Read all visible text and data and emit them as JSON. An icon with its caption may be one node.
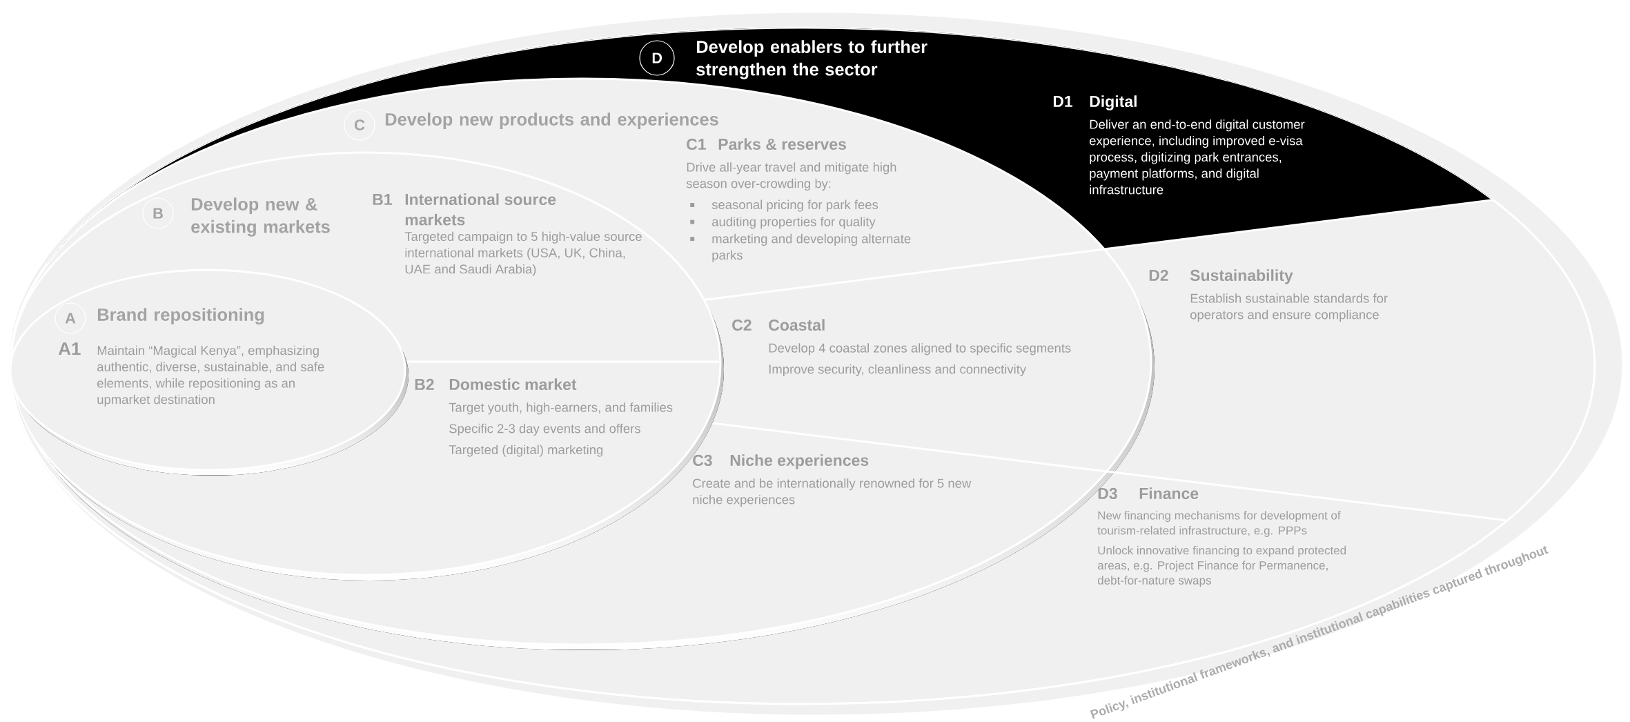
{
  "diagram": {
    "nodes": [
      {
        "text": [
          "Policy, institutional frameworks, and institutional capabilities captured throughout"
        ]
      },
      {
        "text": [
          "D",
          "Develop enablers to further strengthen the sector"
        ],
        "in": 0
      },
      {
        "text": [
          "D1",
          "Digital",
          "Deliver an end-to-end digital customer experience, including improved e-visa process, digitizing park entrances, payment platforms, and digital infrastructure"
        ],
        "in": 1
      },
      {
        "text": [
          "D2",
          "Sustainability",
          "Establish sustainable standards for operators and ensure compliance"
        ],
        "in": 1
      },
      {
        "text": [
          "D3",
          "Finance",
          "New financing mechanisms for development of tourism-related infrastructure, e.g. PPPs",
          "Unlock innovative financing to expand protected areas, e.g. Project Finance for Permanence, debt-for-nature swaps"
        ],
        "in": 1
      },
      {
        "text": [
          "C",
          "Develop new products and experiences"
        ],
        "in": 1
      },
      {
        "text": [
          "C1",
          "Parks & reserves",
          "Drive all-year travel and mitigate high season over-crowding by:",
          "seasonal pricing for park fees",
          "auditing properties for quality",
          "marketing and developing alternate parks"
        ],
        "in": 5
      },
      {
        "text": [
          "C2",
          "Coastal",
          "Develop 4 coastal zones aligned to specific segments",
          "Improve security, cleanliness and connectivity"
        ],
        "in": 5
      },
      {
        "text": [
          "C3",
          "Niche experiences",
          "Create and be internationally renowned for 5 new niche experiences"
        ],
        "in": 5
      },
      {
        "text": [
          "B",
          "Develop new & existing markets"
        ],
        "in": 5
      },
      {
        "text": [
          "B1",
          "International source markets",
          "Targeted campaign to 5 high-value source international markets (USA, UK, China, UAE and Saudi Arabia)"
        ],
        "in": 9
      },
      {
        "text": [
          "B2",
          "Domestic market",
          "Target youth, high-earners, and families",
          "Specific 2-3 day events and offers",
          "Targeted (digital) marketing"
        ],
        "in": 9
      },
      {
        "text": [
          "A",
          "Brand repositioning"
        ],
        "in": 9
      },
      {
        "text": [
          "A1",
          "Maintain “Magical Kenya”, emphasizing authentic, diverse, sustainable, and safe elements, while repositioning as an upmarket destination"
        ],
        "in": 12
      }
    ]
  }
}
